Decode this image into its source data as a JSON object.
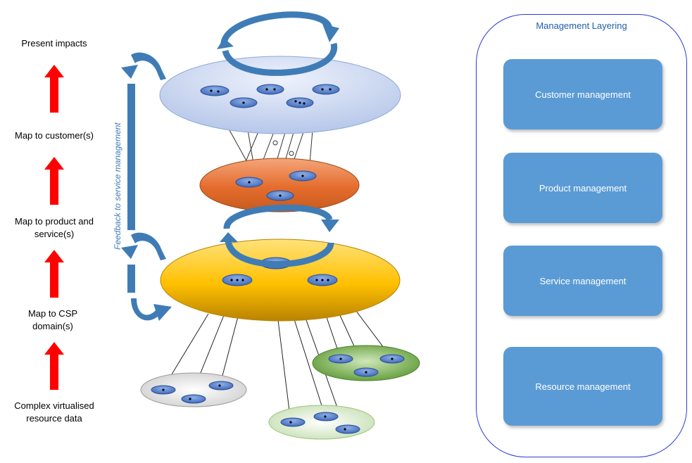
{
  "steps": [
    {
      "label": "Present impacts"
    },
    {
      "label": "Map to customer(s)"
    },
    {
      "label": "Map to product and service(s)"
    },
    {
      "label": "Map to CSP domain(s)"
    },
    {
      "label": "Complex virtualised resource data"
    }
  ],
  "feedback_label": "Feedback to service management",
  "panel": {
    "title": "Management Layering",
    "layers": [
      {
        "label": "Customer management"
      },
      {
        "label": "Product management"
      },
      {
        "label": "Service management"
      },
      {
        "label": "Resource management"
      }
    ]
  },
  "colors": {
    "arrow_up": "#ff0000",
    "loop_arrow": "#3f7cb6",
    "layer_box": "#5b9bd5",
    "panel_border": "#2d3bd6",
    "customer_layer": "#c9d6ef",
    "product_layer": "#e07530",
    "service_layer": "#ffc000",
    "resource_gray": "#e8e8e8",
    "resource_green": "#7ab648"
  }
}
